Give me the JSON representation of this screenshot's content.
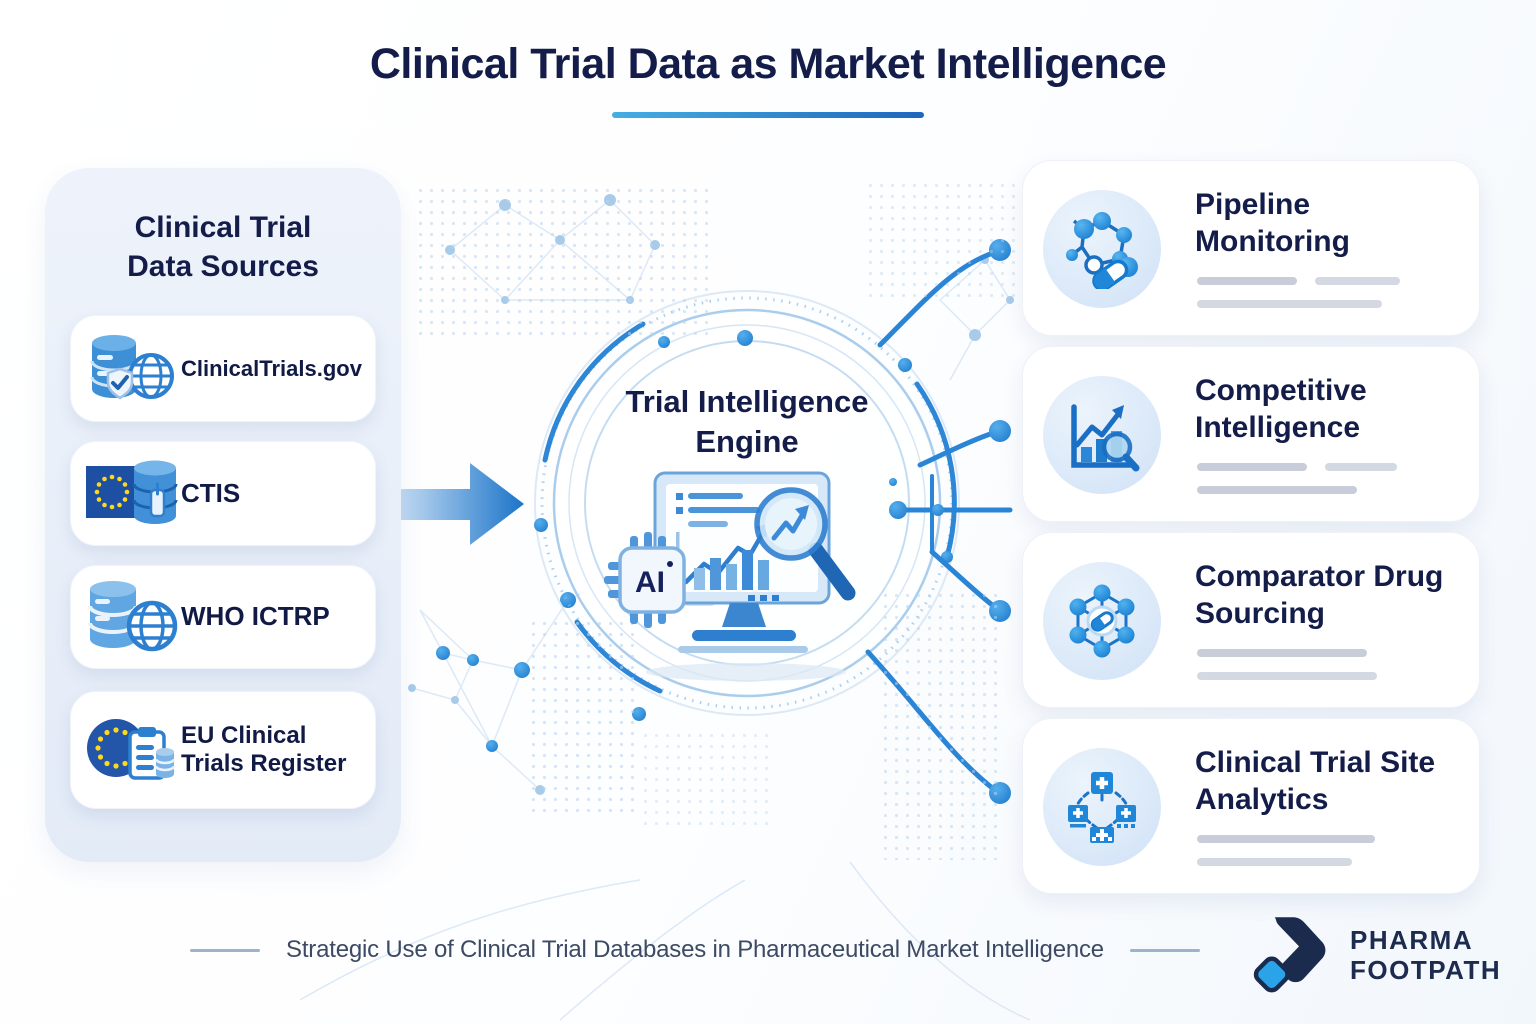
{
  "title": "Clinical Trial Data as Market Intelligence",
  "sources_panel": {
    "heading": "Clinical Trial Data Sources",
    "items": [
      {
        "label": "ClinicalTrials.gov",
        "icon": "database-globe-shield-icon"
      },
      {
        "label": "CTIS",
        "icon": "eu-flag-database-icon"
      },
      {
        "label": "WHO ICTRP",
        "icon": "database-globe-icon"
      },
      {
        "label": "EU Clinical Trials Register",
        "icon": "eu-circle-register-icon"
      }
    ]
  },
  "engine": {
    "label": "Trial Intelligence Engine",
    "ai_label": "AI",
    "icon": "monitor-analytics-magnifier-ai-chip-icon"
  },
  "outcomes": [
    {
      "label": "Pipeline Monitoring",
      "icon": "molecule-pill-icon"
    },
    {
      "label": "Competitive Intelligence",
      "icon": "chart-trend-magnifier-icon"
    },
    {
      "label": "Comparator Drug Sourcing",
      "icon": "network-pill-icon"
    },
    {
      "label": "Clinical Trial Site Analytics",
      "icon": "site-network-icon"
    }
  ],
  "footer": {
    "caption": "Strategic Use of Clinical Trial Databases in Pharmaceutical Market Intelligence"
  },
  "brand": {
    "line1": "PHARMA",
    "line2": "FOOTPATH"
  },
  "colors": {
    "navy_text": "#141c49",
    "accent_blue": "#2a85d6",
    "arrow_blue": "#1b74c9",
    "underline_gradient_start": "#45aee3",
    "underline_gradient_end": "#1d67bd",
    "panel_background": "#e9effa",
    "card_background": "#ffffff",
    "placeholder_gray": "#c9cdd9",
    "eu_flag_blue": "#1d4fa3",
    "eu_star_yellow": "#ffd81e"
  }
}
